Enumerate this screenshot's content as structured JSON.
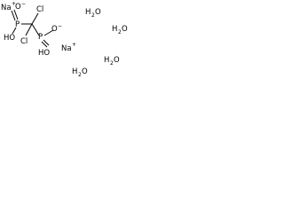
{
  "molecule": {
    "atoms": {
      "na_top": "Na",
      "na_top_charge": "+",
      "o_top": "O",
      "o_top_charge": "−",
      "p_left": "P",
      "ho_left": "HO",
      "cl_top": "Cl",
      "cl_left": "Cl",
      "p_right": "P",
      "ho_right": "HO",
      "o_right": "O",
      "o_right_charge": "−",
      "na_right": "Na",
      "na_right_charge": "+"
    }
  },
  "waters": [
    {
      "h": "H",
      "two": "2",
      "o": "O"
    },
    {
      "h": "H",
      "two": "2",
      "o": "O"
    },
    {
      "h": "H",
      "two": "2",
      "o": "O"
    },
    {
      "h": "H",
      "two": "2",
      "o": "O"
    }
  ],
  "colors": {
    "ink": "#000000",
    "background": "#ffffff"
  }
}
